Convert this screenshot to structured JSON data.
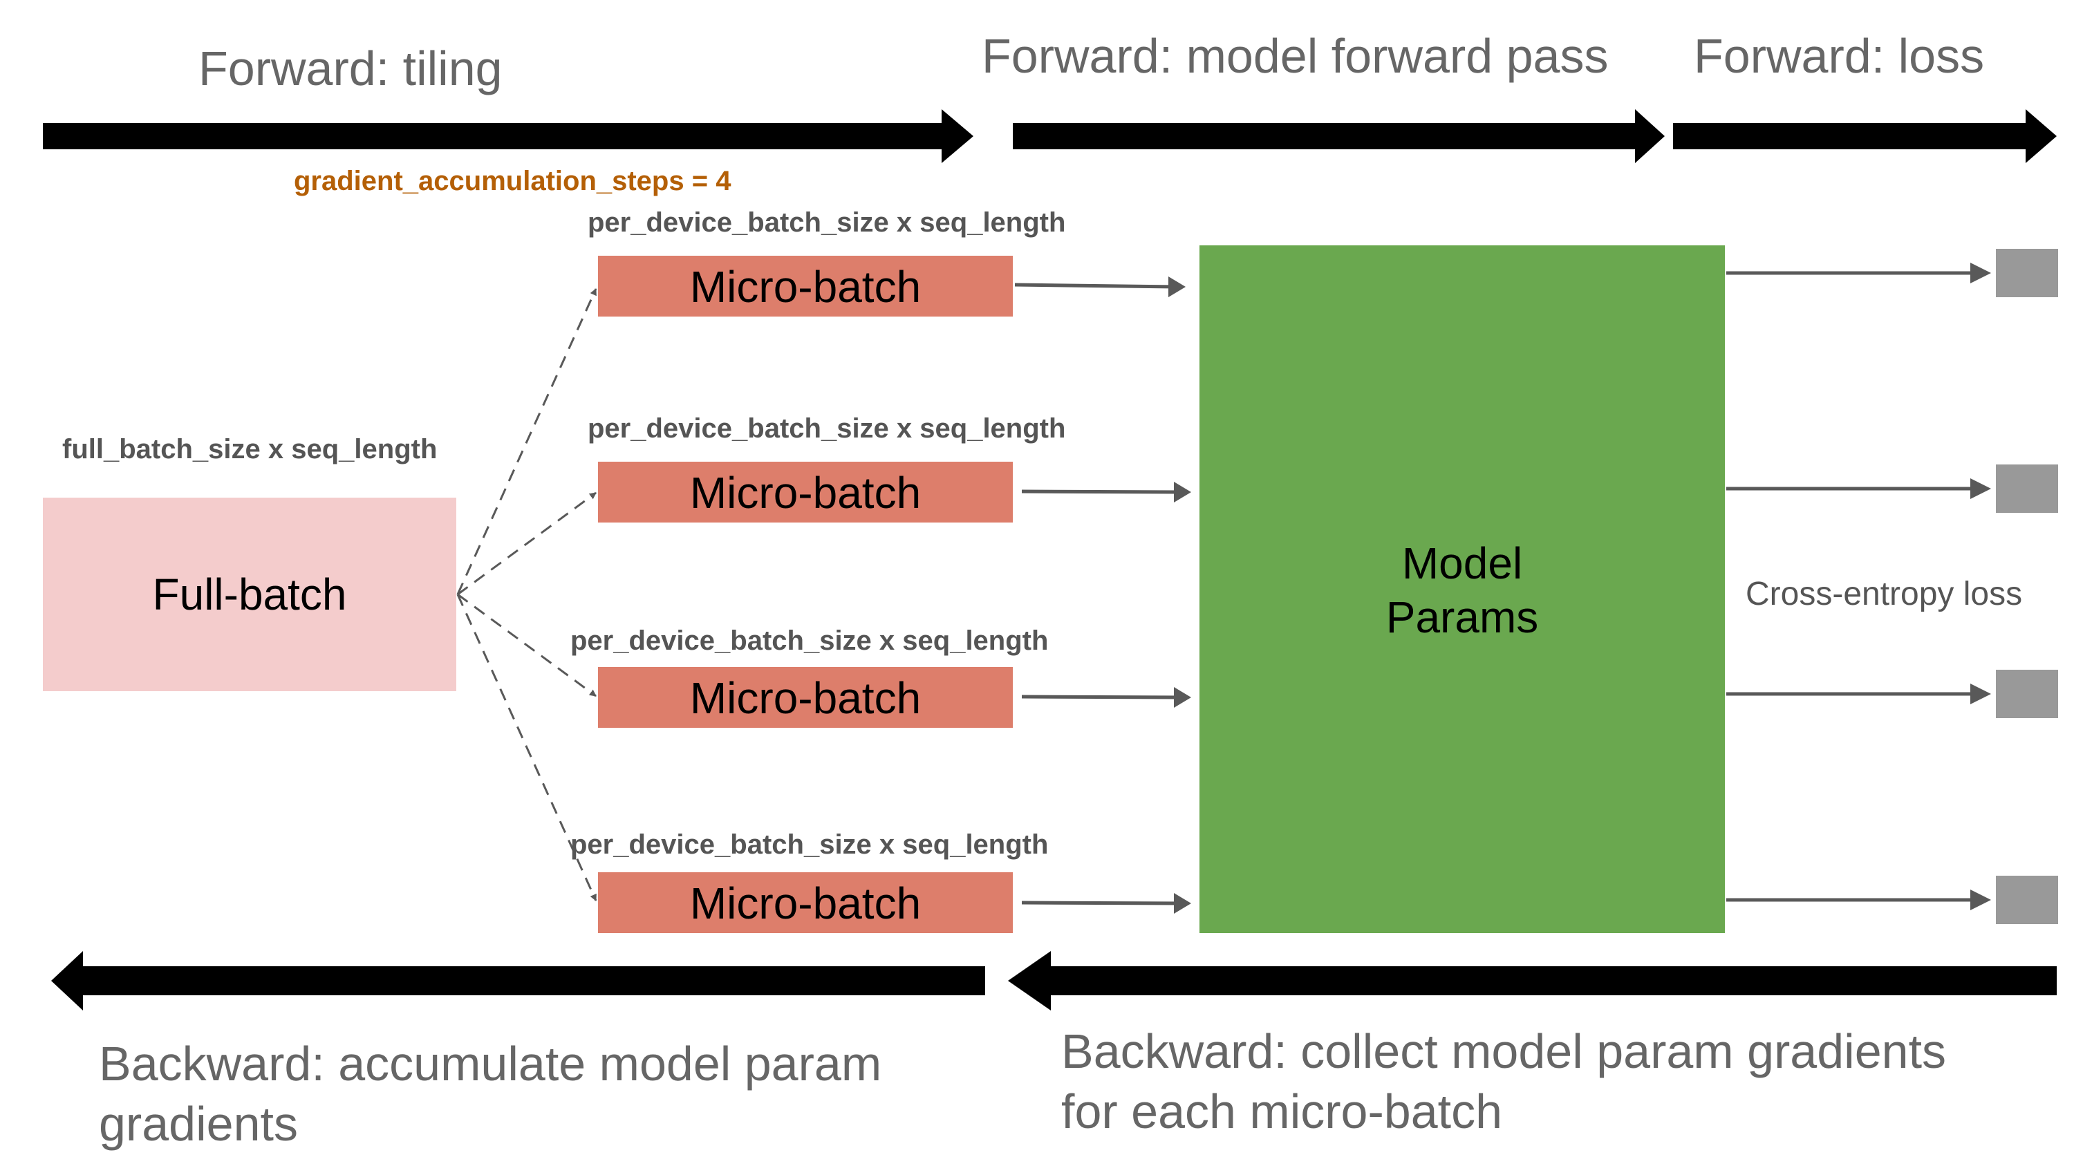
{
  "phases": {
    "forward_tiling": "Forward: tiling",
    "forward_model": "Forward: model forward pass",
    "forward_loss": "Forward: loss",
    "backward_accumulate_line1": "Backward: accumulate model param",
    "backward_accumulate_line2": "gradients",
    "backward_collect_line1": "Backward: collect model param gradients",
    "backward_collect_line2": "for each micro-batch"
  },
  "gradient_accumulation": "gradient_accumulation_steps = 4",
  "full_batch": {
    "dim_label": "full_batch_size x seq_length",
    "label": "Full-batch"
  },
  "micro_batches": [
    {
      "dim_label": "per_device_batch_size x seq_length",
      "label": "Micro-batch"
    },
    {
      "dim_label": "per_device_batch_size x seq_length",
      "label": "Micro-batch"
    },
    {
      "dim_label": "per_device_batch_size x seq_length",
      "label": "Micro-batch"
    },
    {
      "dim_label": "per_device_batch_size x seq_length",
      "label": "Micro-batch"
    }
  ],
  "model": {
    "line1": "Model",
    "line2": "Params"
  },
  "loss_label": "Cross-entropy loss",
  "colors": {
    "full_batch": "#f4cccc",
    "micro_batch": "#dd7e6b",
    "model": "#6aa84f",
    "loss_box": "#999999",
    "phase_arrow": "#000000",
    "flow_arrow": "#595959"
  }
}
